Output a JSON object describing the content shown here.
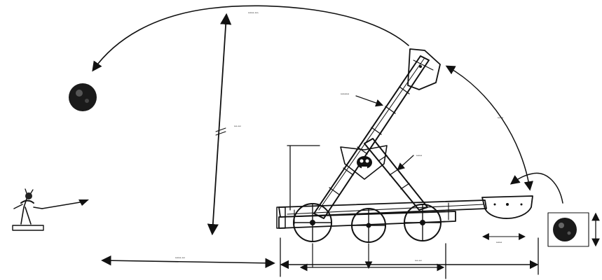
{
  "diagram": {
    "subject": "catapult-sketch",
    "ink_color": "#111111",
    "paper_color": "#ffffff",
    "labels": {
      "top_height_note": "ꟷꟷ·ꟷ·",
      "arm_note": "ꟷꟷꟷ",
      "vertical_note": "ꟷ·ꟷ",
      "release_note": "ꟷꟷ",
      "frame_note": "ꟷꟷ",
      "base_note": "ꟷ·ꟷ",
      "range_note": "ꟷꟷ·ꟷ",
      "wheel_note": "ꟷꟷ"
    }
  }
}
